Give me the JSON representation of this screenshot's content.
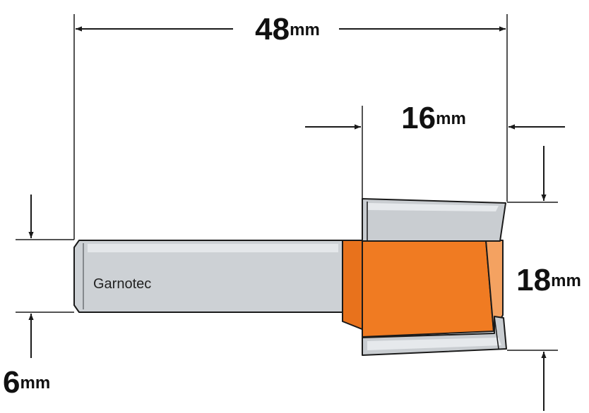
{
  "product": {
    "brand": "Garnotec",
    "colors": {
      "cutter": "#f07b22",
      "steel": "#c9cdd1",
      "steel_light": "#e3e6e9",
      "outline": "#1a1a1a"
    }
  },
  "dimensions": {
    "overall_length": {
      "value": "48",
      "unit": "mm"
    },
    "cutting_length": {
      "value": "16",
      "unit": "mm"
    },
    "cutting_diameter": {
      "value": "18",
      "unit": "mm"
    },
    "shank_diameter": {
      "value": "6",
      "unit": "mm"
    }
  }
}
